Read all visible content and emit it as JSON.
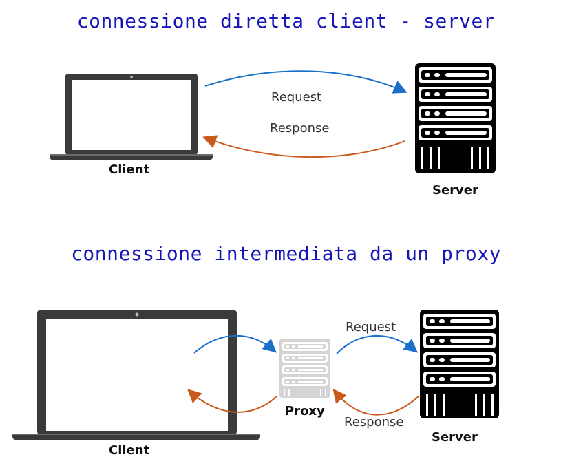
{
  "direct": {
    "title": "connessione diretta client - server",
    "request_label": "Request",
    "response_label": "Response",
    "client_label": "Client",
    "server_label": "Server"
  },
  "proxied": {
    "title": "connessione intermediata da un proxy",
    "request_label": "Request",
    "response_label": "Response",
    "client_label": "Client",
    "proxy_label": "Proxy",
    "server_label": "Server"
  },
  "colors": {
    "title": "#1515b8",
    "request_arrow": "#1a6fc9",
    "response_arrow": "#c95a1e",
    "device": "#3a3a3a",
    "server": "#000000",
    "proxy": "#d4d4d4"
  },
  "icons": [
    "laptop-icon",
    "server-icon",
    "proxy-server-icon"
  ]
}
